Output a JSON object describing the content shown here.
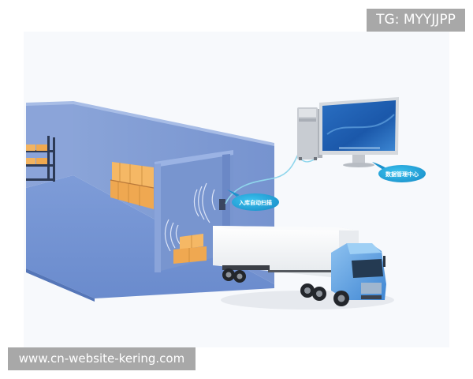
{
  "watermarks": {
    "top_right": "TG: MYYJJPP",
    "bottom_left": "www.cn-website-kering.com"
  },
  "scene": {
    "description": "RFID warehouse logistics illustration: warehouse with shelves and boxes, RFID scanner at door, truck, and computer data center",
    "labels": {
      "scanner_bubble": "入库自动扫描",
      "computer_bubble": "数据管理中心"
    },
    "icons": [
      "warehouse",
      "shelf",
      "boxes",
      "rfid-waves",
      "truck",
      "computer",
      "monitor"
    ],
    "colors": {
      "wall": "#7e9bd4",
      "floor": "#6f8fd0",
      "box": "#f2b360",
      "bubble": "#27a9d9",
      "truck_cab": "#5c9ee0",
      "trailer": "#f4f6f8",
      "watermark_bg": "#a8a8a8"
    }
  }
}
